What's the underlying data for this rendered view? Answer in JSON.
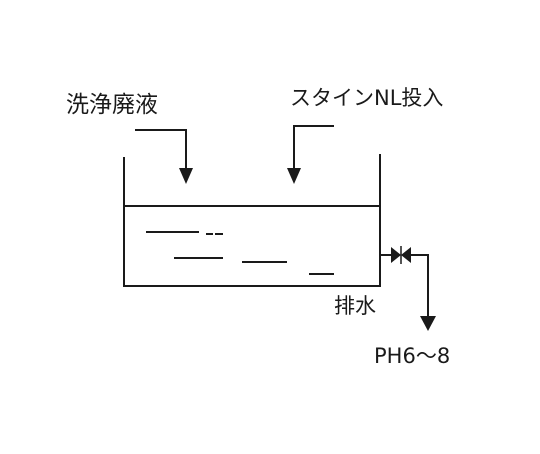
{
  "labels": {
    "waste_liquid": "洗浄廃液",
    "stain_input": "スタインNL投入",
    "drain": "排水",
    "ph_range": "PH6～8"
  },
  "colors": {
    "line": "#1a1a1a",
    "background": "#ffffff"
  },
  "icons": {
    "inflow_arrow": "arrow-down-icon",
    "valve": "valve-icon",
    "outflow_arrow": "arrow-down-icon"
  }
}
